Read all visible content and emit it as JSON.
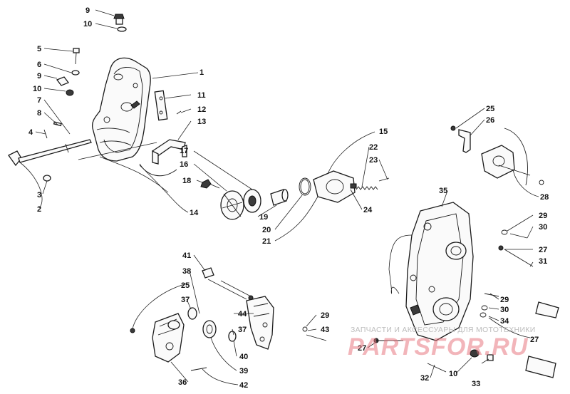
{
  "callouts": [
    {
      "id": "c9a",
      "text": "9"
    },
    {
      "id": "c10a",
      "text": "10"
    },
    {
      "id": "c5",
      "text": "5"
    },
    {
      "id": "c6",
      "text": "6"
    },
    {
      "id": "c9b",
      "text": "9"
    },
    {
      "id": "c10b",
      "text": "10"
    },
    {
      "id": "c7",
      "text": "7"
    },
    {
      "id": "c8",
      "text": "8"
    },
    {
      "id": "c4",
      "text": "4"
    },
    {
      "id": "c3",
      "text": "3"
    },
    {
      "id": "c2",
      "text": "2"
    },
    {
      "id": "c1",
      "text": "1"
    },
    {
      "id": "c11",
      "text": "11"
    },
    {
      "id": "c12",
      "text": "12"
    },
    {
      "id": "c13",
      "text": "13"
    },
    {
      "id": "c14",
      "text": "14"
    },
    {
      "id": "c17",
      "text": "17"
    },
    {
      "id": "c16",
      "text": "16"
    },
    {
      "id": "c18",
      "text": "18"
    },
    {
      "id": "c19",
      "text": "19"
    },
    {
      "id": "c20",
      "text": "20"
    },
    {
      "id": "c21",
      "text": "21"
    },
    {
      "id": "c15",
      "text": "15"
    },
    {
      "id": "c22",
      "text": "22"
    },
    {
      "id": "c23",
      "text": "23"
    },
    {
      "id": "c24",
      "text": "24"
    },
    {
      "id": "c25a",
      "text": "25"
    },
    {
      "id": "c26",
      "text": "26"
    },
    {
      "id": "c28",
      "text": "28"
    },
    {
      "id": "c35",
      "text": "35"
    },
    {
      "id": "c29a",
      "text": "29"
    },
    {
      "id": "c30a",
      "text": "30"
    },
    {
      "id": "c27a",
      "text": "27"
    },
    {
      "id": "c31",
      "text": "31"
    },
    {
      "id": "c29b",
      "text": "29"
    },
    {
      "id": "c30b",
      "text": "30"
    },
    {
      "id": "c34",
      "text": "34"
    },
    {
      "id": "c27b",
      "text": "27"
    },
    {
      "id": "c27c",
      "text": "27"
    },
    {
      "id": "c32",
      "text": "32"
    },
    {
      "id": "c10c",
      "text": "10"
    },
    {
      "id": "c33",
      "text": "33"
    },
    {
      "id": "c41",
      "text": "41"
    },
    {
      "id": "c38",
      "text": "38"
    },
    {
      "id": "c25b",
      "text": "25"
    },
    {
      "id": "c37a",
      "text": "37"
    },
    {
      "id": "c44",
      "text": "44"
    },
    {
      "id": "c37b",
      "text": "37"
    },
    {
      "id": "c29c",
      "text": "29"
    },
    {
      "id": "c43",
      "text": "43"
    },
    {
      "id": "c40",
      "text": "40"
    },
    {
      "id": "c39",
      "text": "39"
    },
    {
      "id": "c36",
      "text": "36"
    },
    {
      "id": "c42",
      "text": "42"
    }
  ],
  "watermark": {
    "text": "ЗАПЧАСТИ И АКСЕССУАРЫ ДЛЯ МОТОТЕХНИКИ",
    "logo": "PARTSFOR.RU"
  }
}
